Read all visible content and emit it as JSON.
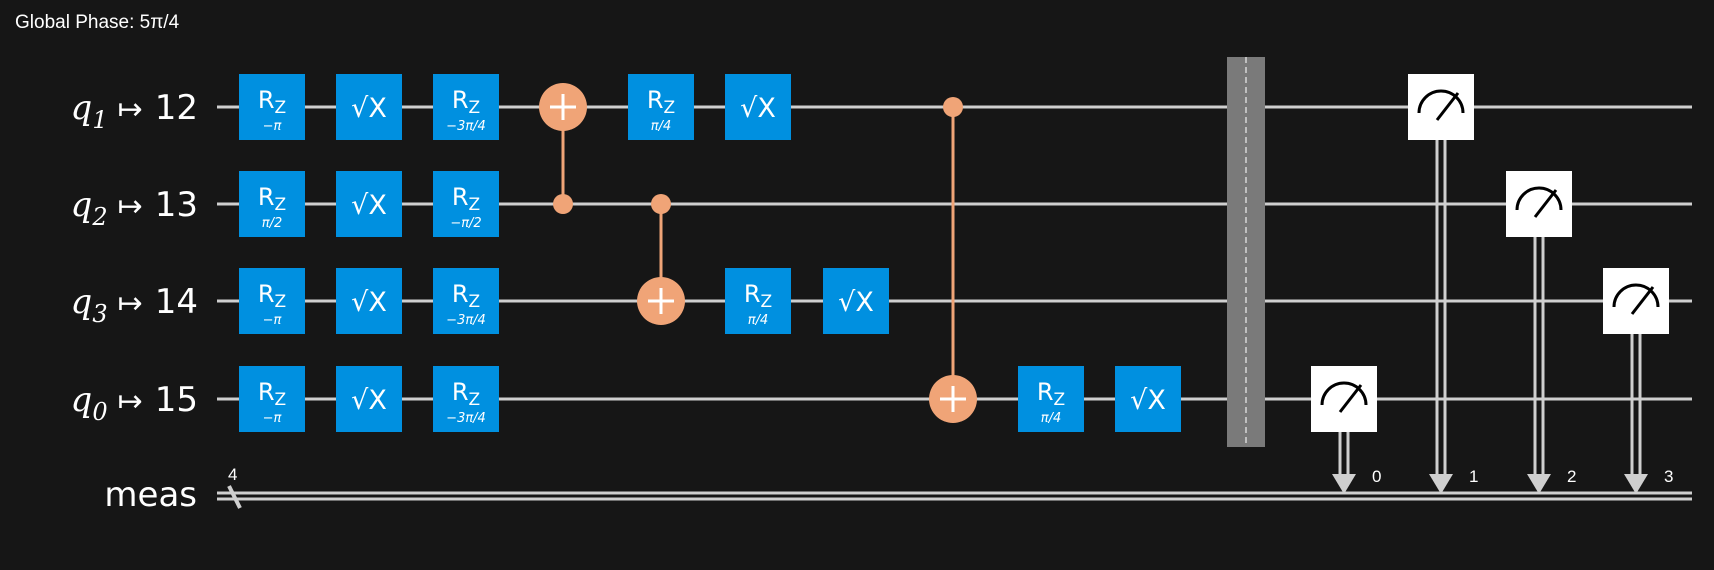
{
  "global_phase": "Global Phase: 5π/4",
  "colors": {
    "background": "#161616",
    "wire": "#cfcfcf",
    "gate": "#0090e0",
    "cnot": "#f0a477",
    "measure_box": "#ffffff",
    "barrier": "#7a7a7a"
  },
  "wires": [
    {
      "qubit": "q",
      "sub": "1",
      "arrow": "↦",
      "phys": "12"
    },
    {
      "qubit": "q",
      "sub": "2",
      "arrow": "↦",
      "phys": "13"
    },
    {
      "qubit": "q",
      "sub": "3",
      "arrow": "↦",
      "phys": "14"
    },
    {
      "qubit": "q",
      "sub": "0",
      "arrow": "↦",
      "phys": "15"
    }
  ],
  "classical": {
    "label": "meas",
    "width": "4",
    "bits": [
      "0",
      "1",
      "2",
      "3"
    ]
  },
  "rz": {
    "main": "R",
    "sub": "Z"
  },
  "sx": {
    "root": "√",
    "label": "X"
  },
  "gates": [
    {
      "type": "rz",
      "wire": 0,
      "col": 0,
      "param": "−π"
    },
    {
      "type": "rz",
      "wire": 1,
      "col": 0,
      "param": "π/2"
    },
    {
      "type": "rz",
      "wire": 2,
      "col": 0,
      "param": "−π"
    },
    {
      "type": "rz",
      "wire": 3,
      "col": 0,
      "param": "−π"
    },
    {
      "type": "sx",
      "wire": 0,
      "col": 1
    },
    {
      "type": "sx",
      "wire": 1,
      "col": 1
    },
    {
      "type": "sx",
      "wire": 2,
      "col": 1
    },
    {
      "type": "sx",
      "wire": 3,
      "col": 1
    },
    {
      "type": "rz",
      "wire": 0,
      "col": 2,
      "param": "−3π/4"
    },
    {
      "type": "rz",
      "wire": 1,
      "col": 2,
      "param": "−π/2"
    },
    {
      "type": "rz",
      "wire": 2,
      "col": 2,
      "param": "−3π/4"
    },
    {
      "type": "rz",
      "wire": 3,
      "col": 2,
      "param": "−3π/4"
    },
    {
      "type": "rz",
      "wire": 0,
      "col": 4,
      "param": "π/4"
    },
    {
      "type": "sx",
      "wire": 0,
      "col": 5
    },
    {
      "type": "rz",
      "wire": 2,
      "col": 5,
      "param": "π/4"
    },
    {
      "type": "sx",
      "wire": 2,
      "col": 6
    },
    {
      "type": "rz",
      "wire": 3,
      "col": 8,
      "param": "π/4"
    },
    {
      "type": "sx",
      "wire": 3,
      "col": 9
    }
  ],
  "cnots": [
    {
      "col": 3,
      "control": 1,
      "target": 0
    },
    {
      "col": 4,
      "control": 1,
      "target": 2
    },
    {
      "col": 7,
      "control": 0,
      "target": 3
    }
  ],
  "barrier": {
    "col": 10
  },
  "measures": [
    {
      "wire": 3,
      "bit": 0,
      "col": 11
    },
    {
      "wire": 0,
      "bit": 1,
      "col": 12
    },
    {
      "wire": 1,
      "bit": 2,
      "col": 13
    },
    {
      "wire": 2,
      "bit": 3,
      "col": 14
    }
  ]
}
